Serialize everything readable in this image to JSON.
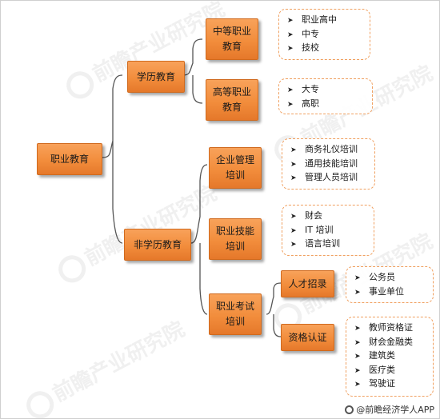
{
  "diagram": {
    "root": "职业教育",
    "academic": {
      "label": "学历教育",
      "secondary": {
        "label_line1": "中等职业",
        "label_line2": "教育",
        "items": [
          "职业高中",
          "中专",
          "技校"
        ]
      },
      "higher": {
        "label_line1": "高等职业",
        "label_line2": "教育",
        "items": [
          "大专",
          "高职"
        ]
      }
    },
    "non_academic": {
      "label": "非学历教育",
      "enterprise": {
        "label_line1": "企业管理",
        "label_line2": "培训",
        "items": [
          "商务礼仪培训",
          "通用技能培训",
          "管理人员培训"
        ]
      },
      "skills": {
        "label_line1": "职业技能",
        "label_line2": "培训",
        "items": [
          "财会",
          "IT 培训",
          "语言培训"
        ]
      },
      "exam": {
        "label_line1": "职业考试",
        "label_line2": "培训",
        "talent": {
          "label": "人才招录",
          "items": [
            "公务员",
            "事业单位"
          ]
        },
        "cert": {
          "label": "资格认证",
          "items": [
            "教师资格证",
            "财会金融类",
            "建筑类",
            "医疗类",
            "驾驶证"
          ]
        }
      }
    }
  },
  "credit": "@前瞻经济学人APP",
  "watermark": "前瞻产业研究院",
  "bullet_glyph": "➤",
  "colors": {
    "box_fill": "#f28d3c",
    "box_border": "#d06a1e",
    "dashed_border": "#f0a060",
    "connector": "#555555"
  }
}
